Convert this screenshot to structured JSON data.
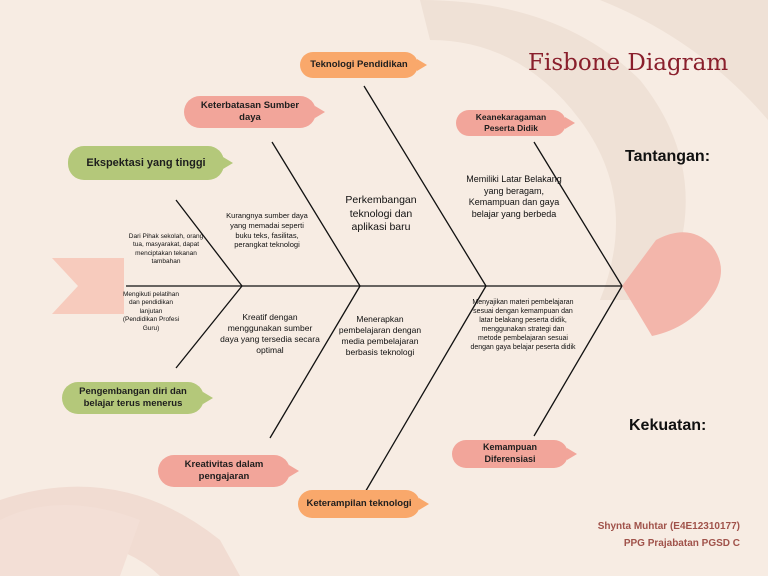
{
  "title": "Fisbone Diagram",
  "labels": {
    "challenges": "Tantangan:",
    "strengths": "Kekuatan:"
  },
  "bubbles": {
    "edu_tech": "Teknologi Pendidikan",
    "resource_limit": "Keterbatasan Sumber daya",
    "high_expectation": "Ekspektasi yang tinggi",
    "student_diversity": "Keanekaragaman Peserta Didik",
    "self_development": "Pengembangan diri dan belajar terus menerus",
    "creative_teaching": "Kreativitas dalam pengajaran",
    "tech_skills": "Keterampilan teknologi",
    "differentiation": "Kemampuan Diferensiasi"
  },
  "texts": {
    "pressure": "Dari Pihak sekolah, orang tua, masyarakat, dapat menciptakan tekanan tambahan",
    "resource_detail": "Kurangnya sumber daya yang memadai seperti buku teks, fasilitas, perangkat teknologi",
    "tech_dev": "Perkembangan teknologi dan aplikasi baru",
    "diverse_background": "Memiliki Latar Belakang yang beragam, Kemampuan dan gaya belajar yang berbeda",
    "training": "Mengikuti pelatihan dan pendidikan lanjutan (Pendidikan Profesi Guru)",
    "creative_detail": "Kreatif dengan menggunakan sumber daya yang tersedia secara optimal",
    "media_learning": "Menerapkan pembelajaran dengan media pembelajaran berbasis teknologi",
    "differentiated_detail": "Menyajikan materi pembelajaran sesuai dengan kemampuan dan latar belakang peserta didik, menggunakan strategi dan metode pembelajaran sesuai dengan gaya belajar peserta didik"
  },
  "credits": {
    "name": "Shynta Muhtar (E4E12310177)",
    "program": "PPG Prajabatan PGSD C"
  },
  "colors": {
    "title": "#8a1f2c",
    "orange": "#f9a86b",
    "pink": "#f2a59a",
    "green": "#b4c87a",
    "credit": "#a0524a"
  }
}
